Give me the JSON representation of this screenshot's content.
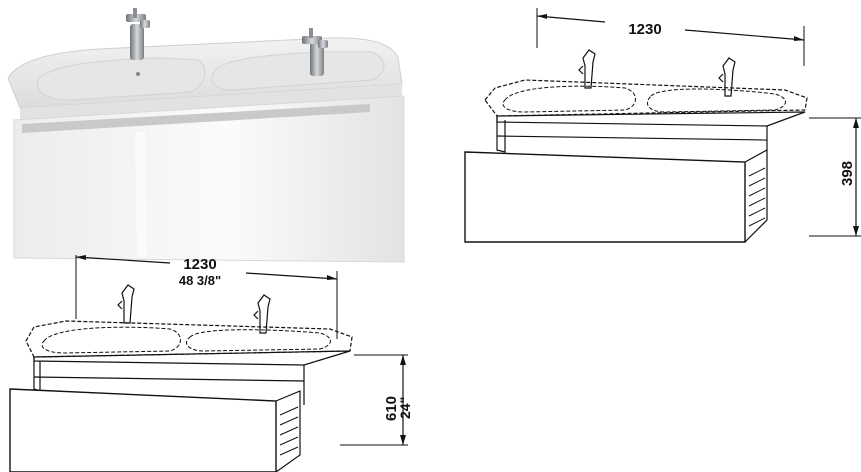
{
  "photo": {
    "description_colors": {
      "cabinet": "#f4f4f4",
      "basin": "#e9e9e9",
      "faucet": "#9a9ea3"
    }
  },
  "drawing_top": {
    "width_label": "1230",
    "height_label": "398"
  },
  "drawing_bottom": {
    "width_label": "1230",
    "width_label_imperial": "48 3/8\"",
    "height_label": "610",
    "height_label_imperial": "24\""
  }
}
